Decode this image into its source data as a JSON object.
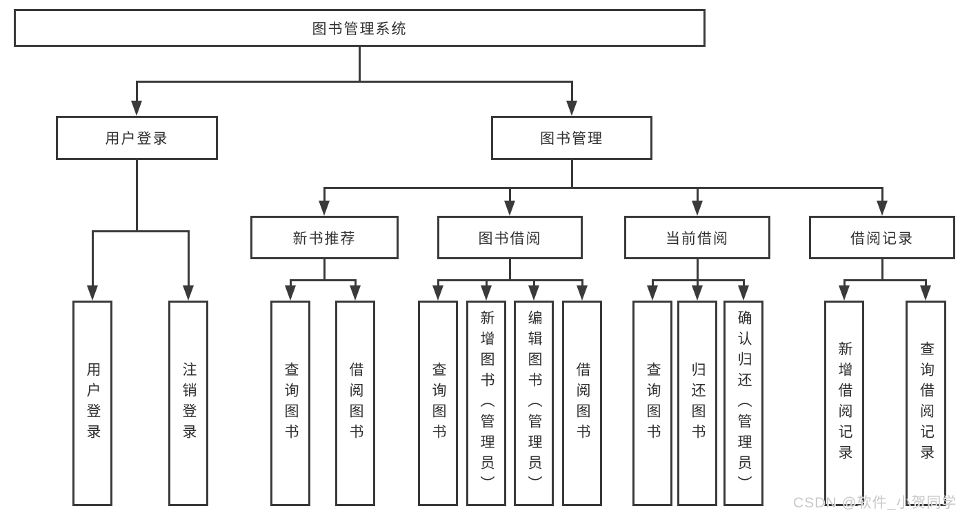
{
  "tree": {
    "label": "图书管理系统",
    "children": [
      {
        "label": "用户登录",
        "children": [
          {
            "label": "用户登录"
          },
          {
            "label": "注销登录"
          }
        ]
      },
      {
        "label": "图书管理",
        "children": [
          {
            "label": "新书推荐",
            "children": [
              {
                "label": "查询图书"
              },
              {
                "label": "借阅图书"
              }
            ]
          },
          {
            "label": "图书借阅",
            "children": [
              {
                "label": "查询图书"
              },
              {
                "label": "新增图书（管理员）"
              },
              {
                "label": "编辑图书（管理员）"
              },
              {
                "label": "借阅图书"
              }
            ]
          },
          {
            "label": "当前借阅",
            "children": [
              {
                "label": "查询图书"
              },
              {
                "label": "归还图书"
              },
              {
                "label": "确认归还（管理员）"
              }
            ]
          },
          {
            "label": "借阅记录",
            "children": [
              {
                "label": "新增借阅记录"
              },
              {
                "label": "查询借阅记录"
              }
            ]
          }
        ]
      }
    ]
  },
  "watermark": {
    "text": "CSDN @软件_小贺同学"
  },
  "colors": {
    "line": "#3a3a3a",
    "box_border": "#3a3a3a",
    "box_fill": "#ffffff",
    "text": "#2f2f2f",
    "watermark": "#c8c8c8",
    "background": "#ffffff"
  }
}
